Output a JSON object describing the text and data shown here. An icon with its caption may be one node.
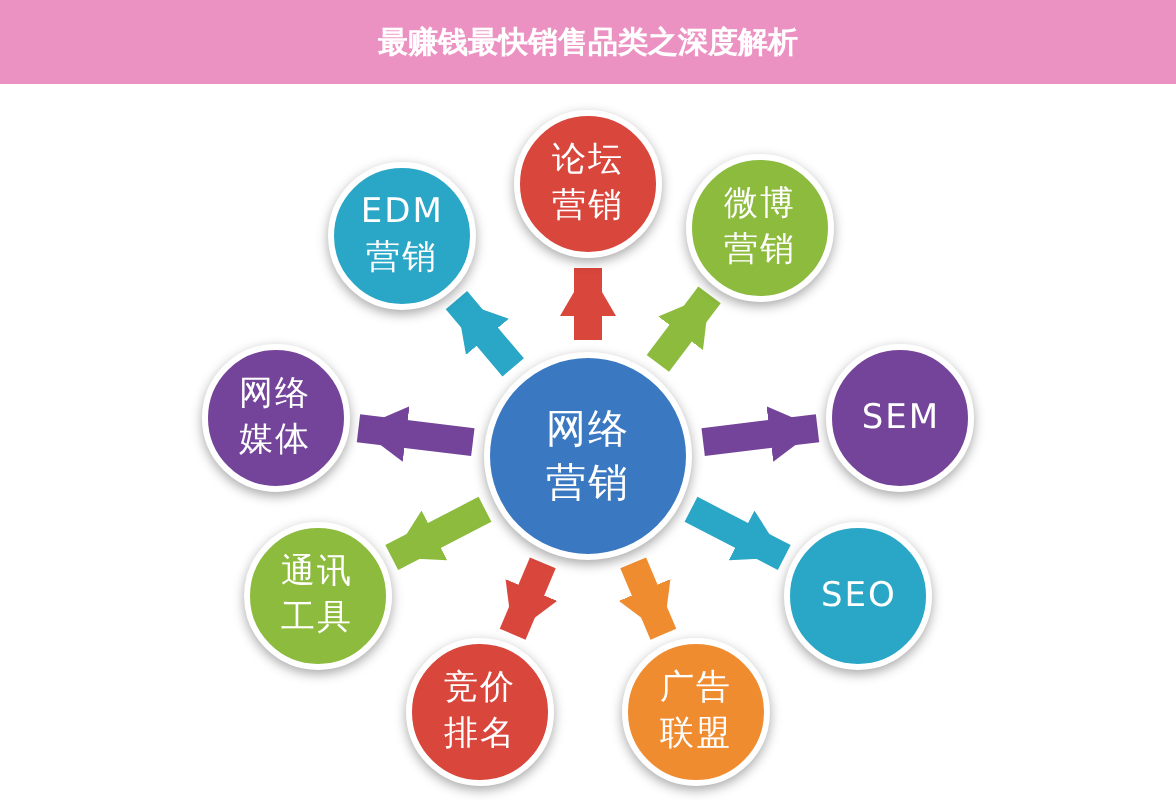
{
  "diagram": {
    "title": "最赚钱最快销售品类之深度解析",
    "nodes": [
      {
        "text": [
          "网络营销"
        ]
      },
      {
        "text": [
          "论坛营销"
        ]
      },
      {
        "text": [
          "微博营销"
        ]
      },
      {
        "text": [
          "SEM"
        ]
      },
      {
        "text": [
          "SEO"
        ]
      },
      {
        "text": [
          "广告联盟"
        ]
      },
      {
        "text": [
          "竞价排名"
        ]
      },
      {
        "text": [
          "通讯工具"
        ]
      },
      {
        "text": [
          "网络媒体"
        ]
      },
      {
        "text": [
          "EDM营销"
        ]
      }
    ],
    "edges": [
      {
        "from": 0,
        "to": 1,
        "arrow": "to",
        "color": "#d8463c"
      },
      {
        "from": 0,
        "to": 2,
        "arrow": "to",
        "color": "#8cbb3e"
      },
      {
        "from": 0,
        "to": 3,
        "arrow": "to",
        "color": "#74449a"
      },
      {
        "from": 0,
        "to": 4,
        "arrow": "to",
        "color": "#2aa6c6"
      },
      {
        "from": 0,
        "to": 5,
        "arrow": "to",
        "color": "#f08c30"
      },
      {
        "from": 0,
        "to": 6,
        "arrow": "to",
        "color": "#d8463c"
      },
      {
        "from": 0,
        "to": 7,
        "arrow": "to",
        "color": "#8cbb3e"
      },
      {
        "from": 0,
        "to": 8,
        "arrow": "to",
        "color": "#74449a"
      },
      {
        "from": 0,
        "to": 9,
        "arrow": "to",
        "color": "#2aa6c6"
      }
    ]
  }
}
